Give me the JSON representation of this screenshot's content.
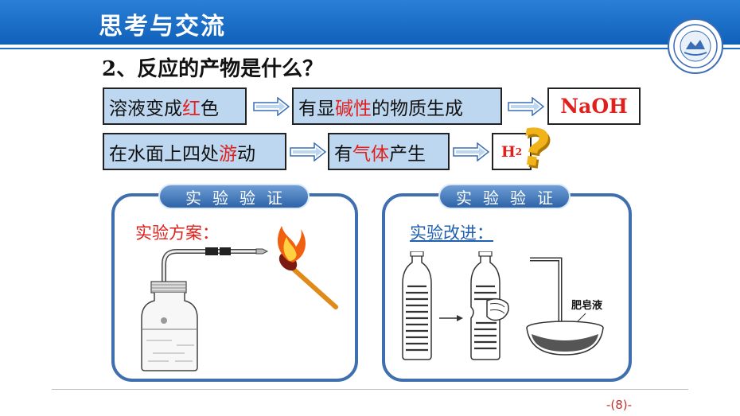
{
  "header": {
    "title": "思考与交流"
  },
  "question": "2、反应的产物是什么？",
  "row1": {
    "observation_pre": "溶液变成",
    "observation_hl": "红",
    "observation_post": "色",
    "inference_pre": "有显",
    "inference_hl": "碱性",
    "inference_post": "的物质生成",
    "product": "NaOH"
  },
  "row2": {
    "observation_pre": "在水面上四处",
    "observation_hl": "游",
    "observation_post": "动",
    "inference_pre": "有",
    "inference_hl": "气体",
    "inference_post": "产生",
    "product_base": "H",
    "product_sub": "2",
    "question_mark": "?"
  },
  "left_panel": {
    "tab": "实验验证",
    "label": "实验方案："
  },
  "right_panel": {
    "tab": "实验验证",
    "label": "实验改进：",
    "soap_label": "肥皂液"
  },
  "footer": {
    "page": "-(8)-"
  },
  "colors": {
    "banner": "#1a6cc8",
    "box_fill": "#bdd7f0",
    "highlight": "#e0201c",
    "panel_border": "#3f6fae"
  }
}
